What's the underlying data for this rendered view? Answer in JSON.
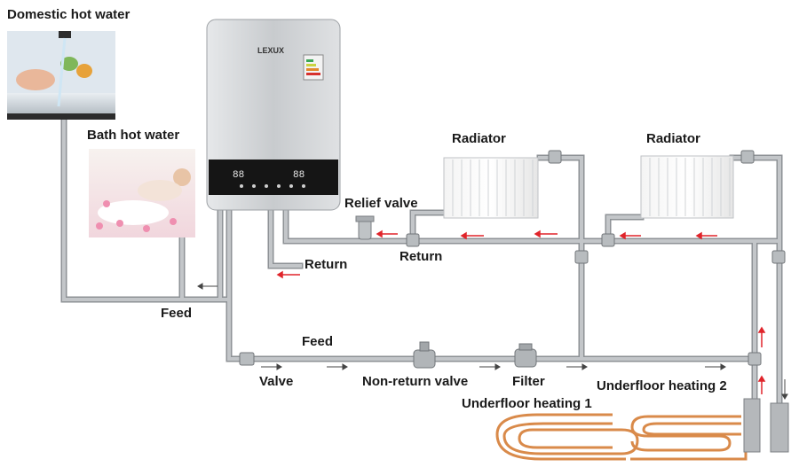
{
  "labels": {
    "domestic_hot_water": "Domestic hot water",
    "bath_hot_water": "Bath hot water",
    "radiator_1": "Radiator",
    "radiator_2": "Radiator",
    "relief_valve": "Relief valve",
    "return_1": "Return",
    "return_2": "Return",
    "feed_1": "Feed",
    "feed_2": "Feed",
    "valve": "Valve",
    "non_return_valve": "Non-return valve",
    "filter": "Filter",
    "underfloor_heating_1": "Underfloor heating 1",
    "underfloor_heating_2": "Underfloor heating 2"
  },
  "heater": {
    "brand": "LEXUX",
    "display_left": "88",
    "display_right": "88"
  },
  "colors": {
    "pipe": "#b9bcbf",
    "pipe_edge": "#8e9296",
    "flow_arrow": "#e0242a",
    "floor_coil": "#d98a4a",
    "heater_body": "#cfd2d5",
    "heater_panel": "#151515"
  },
  "icons": [
    "faucet-icon",
    "relief-valve-icon",
    "non-return-valve-icon",
    "filter-icon",
    "ball-valve-icon",
    "flow-arrow-icon"
  ]
}
